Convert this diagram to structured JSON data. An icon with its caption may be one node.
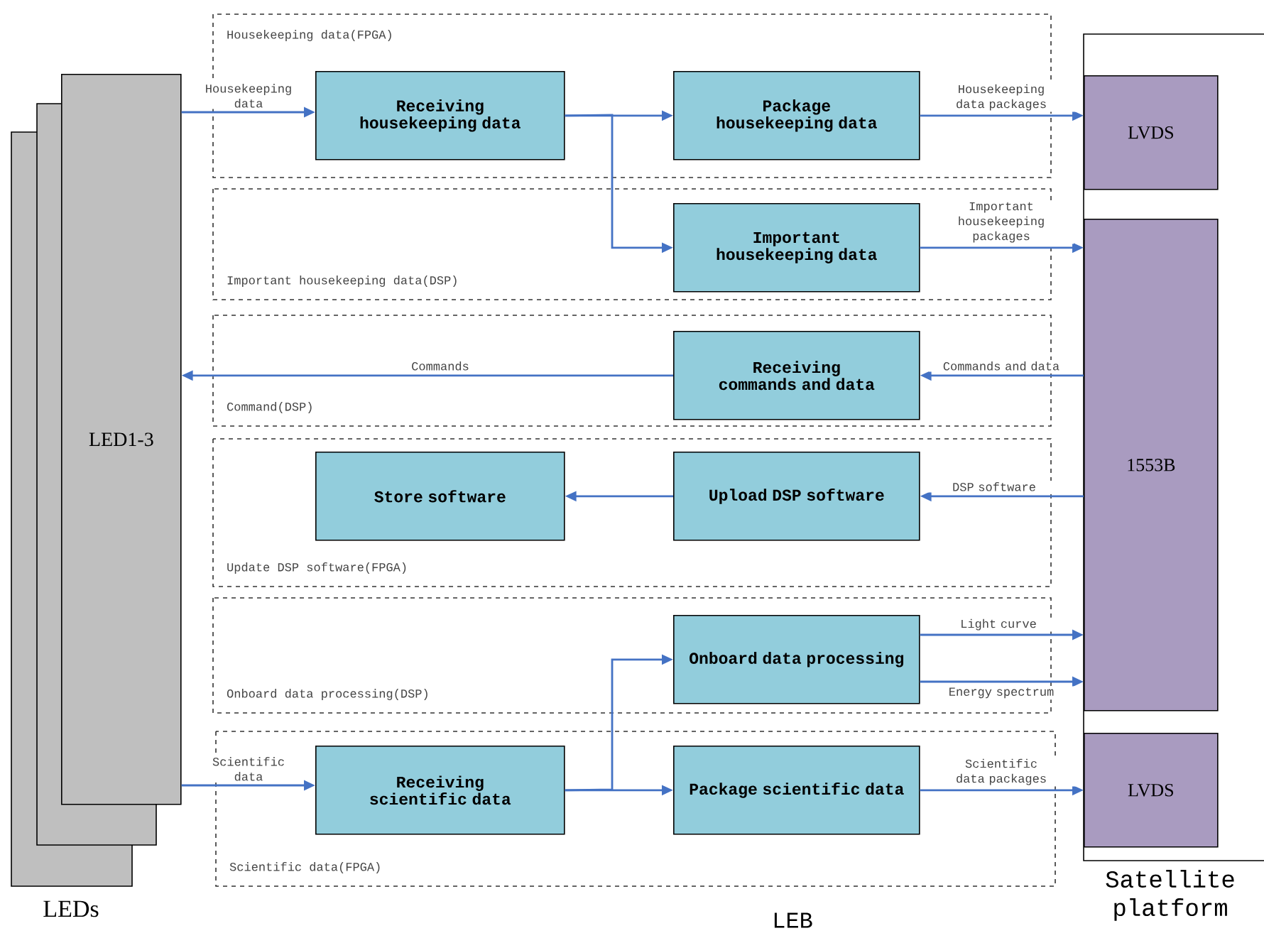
{
  "diagram": {
    "nodes": [
      {
        "text": [
          "LED1-3"
        ],
        "beside": [
          "LEDs"
        ]
      },
      {
        "text": [
          "Housekeeping data(FPGA)"
        ]
      },
      {
        "text": [
          "Important housekeeping data(DSP)"
        ]
      },
      {
        "text": [
          "Command(DSP)"
        ]
      },
      {
        "text": [
          "Update DSP software(FPGA)"
        ]
      },
      {
        "text": [
          "Onboard data processing(DSP)"
        ]
      },
      {
        "text": [
          "Scientific data(FPGA)"
        ]
      },
      {
        "text": [
          "Receiving housekeeping data"
        ],
        "in": 1
      },
      {
        "text": [
          "Package housekeeping data"
        ],
        "in": 1
      },
      {
        "text": [
          "Important housekeeping data"
        ],
        "in": 2
      },
      {
        "text": [
          "Receiving commands and data"
        ],
        "in": 3
      },
      {
        "text": [
          "Store software"
        ],
        "in": 4
      },
      {
        "text": [
          "Upload DSP software"
        ],
        "in": 4
      },
      {
        "text": [
          "Onboard data processing"
        ],
        "in": 5
      },
      {
        "text": [
          "Receiving scientific data"
        ],
        "in": 6
      },
      {
        "text": [
          "Package scientific data"
        ],
        "in": 6
      },
      {
        "text": [
          "Satellite platform"
        ]
      },
      {
        "text": [
          "LVDS"
        ],
        "in": 16
      },
      {
        "text": [
          "1553B"
        ],
        "in": 16
      },
      {
        "text": [
          "LVDS"
        ],
        "in": 16
      }
    ],
    "edges": [
      {
        "from": 0,
        "to": 7,
        "arrow": "to",
        "label": "Housekeeping data"
      },
      {
        "from": 7,
        "to": 8,
        "arrow": "to"
      },
      {
        "from": 7,
        "to": 9,
        "arrow": "to"
      },
      {
        "from": 8,
        "to": 17,
        "arrow": "to",
        "label": "Housekeeping data packages"
      },
      {
        "from": 9,
        "to": 18,
        "arrow": "to",
        "label": "Important housekeeping packages"
      },
      {
        "from": 18,
        "to": 10,
        "arrow": "to",
        "label": "Commands and data"
      },
      {
        "from": 10,
        "to": 0,
        "arrow": "to",
        "label": "Commands"
      },
      {
        "from": 18,
        "to": 12,
        "arrow": "to",
        "label": "DSP software"
      },
      {
        "from": 12,
        "to": 11,
        "arrow": "to"
      },
      {
        "from": 13,
        "to": 18,
        "arrow": "to",
        "label": "Light curve"
      },
      {
        "from": 13,
        "to": 18,
        "arrow": "to",
        "label": "Energy spectrum"
      },
      {
        "from": 0,
        "to": 14,
        "arrow": "to",
        "label": "Scientific data"
      },
      {
        "from": 14,
        "to": 15,
        "arrow": "to"
      },
      {
        "from": 14,
        "to": 13,
        "arrow": "to"
      },
      {
        "from": 15,
        "to": 19,
        "arrow": "to",
        "label": "Scientific data packages"
      }
    ],
    "labels": [
      "LEB"
    ]
  }
}
